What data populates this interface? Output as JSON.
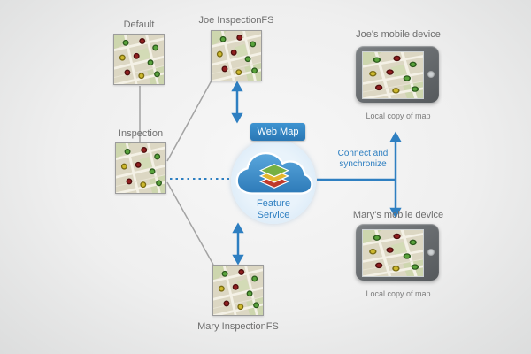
{
  "diagram": {
    "maps": {
      "default": {
        "label": "Default"
      },
      "joe": {
        "label": "Joe InspectionFS"
      },
      "inspection": {
        "label": "Inspection"
      },
      "mary": {
        "label": "Mary InspectionFS"
      }
    },
    "cloud": {
      "badge_label": "Web Map",
      "service_label": "Feature Service"
    },
    "sync_label": "Connect and synchronize",
    "devices": {
      "joe": {
        "label": "Joe's mobile device",
        "caption": "Local copy of map"
      },
      "mary": {
        "label": "Mary's mobile device",
        "caption": "Local copy of map"
      }
    }
  },
  "colors": {
    "accent_blue": "#2e7fc1",
    "badge_blue": "#2e86c4",
    "label_gray": "#6e6e6e",
    "connector_gray": "#a3a3a3",
    "map_green_dot": "#59a33c",
    "map_red_dot": "#8f1f1f",
    "map_yellow_dot": "#cdb82e"
  }
}
